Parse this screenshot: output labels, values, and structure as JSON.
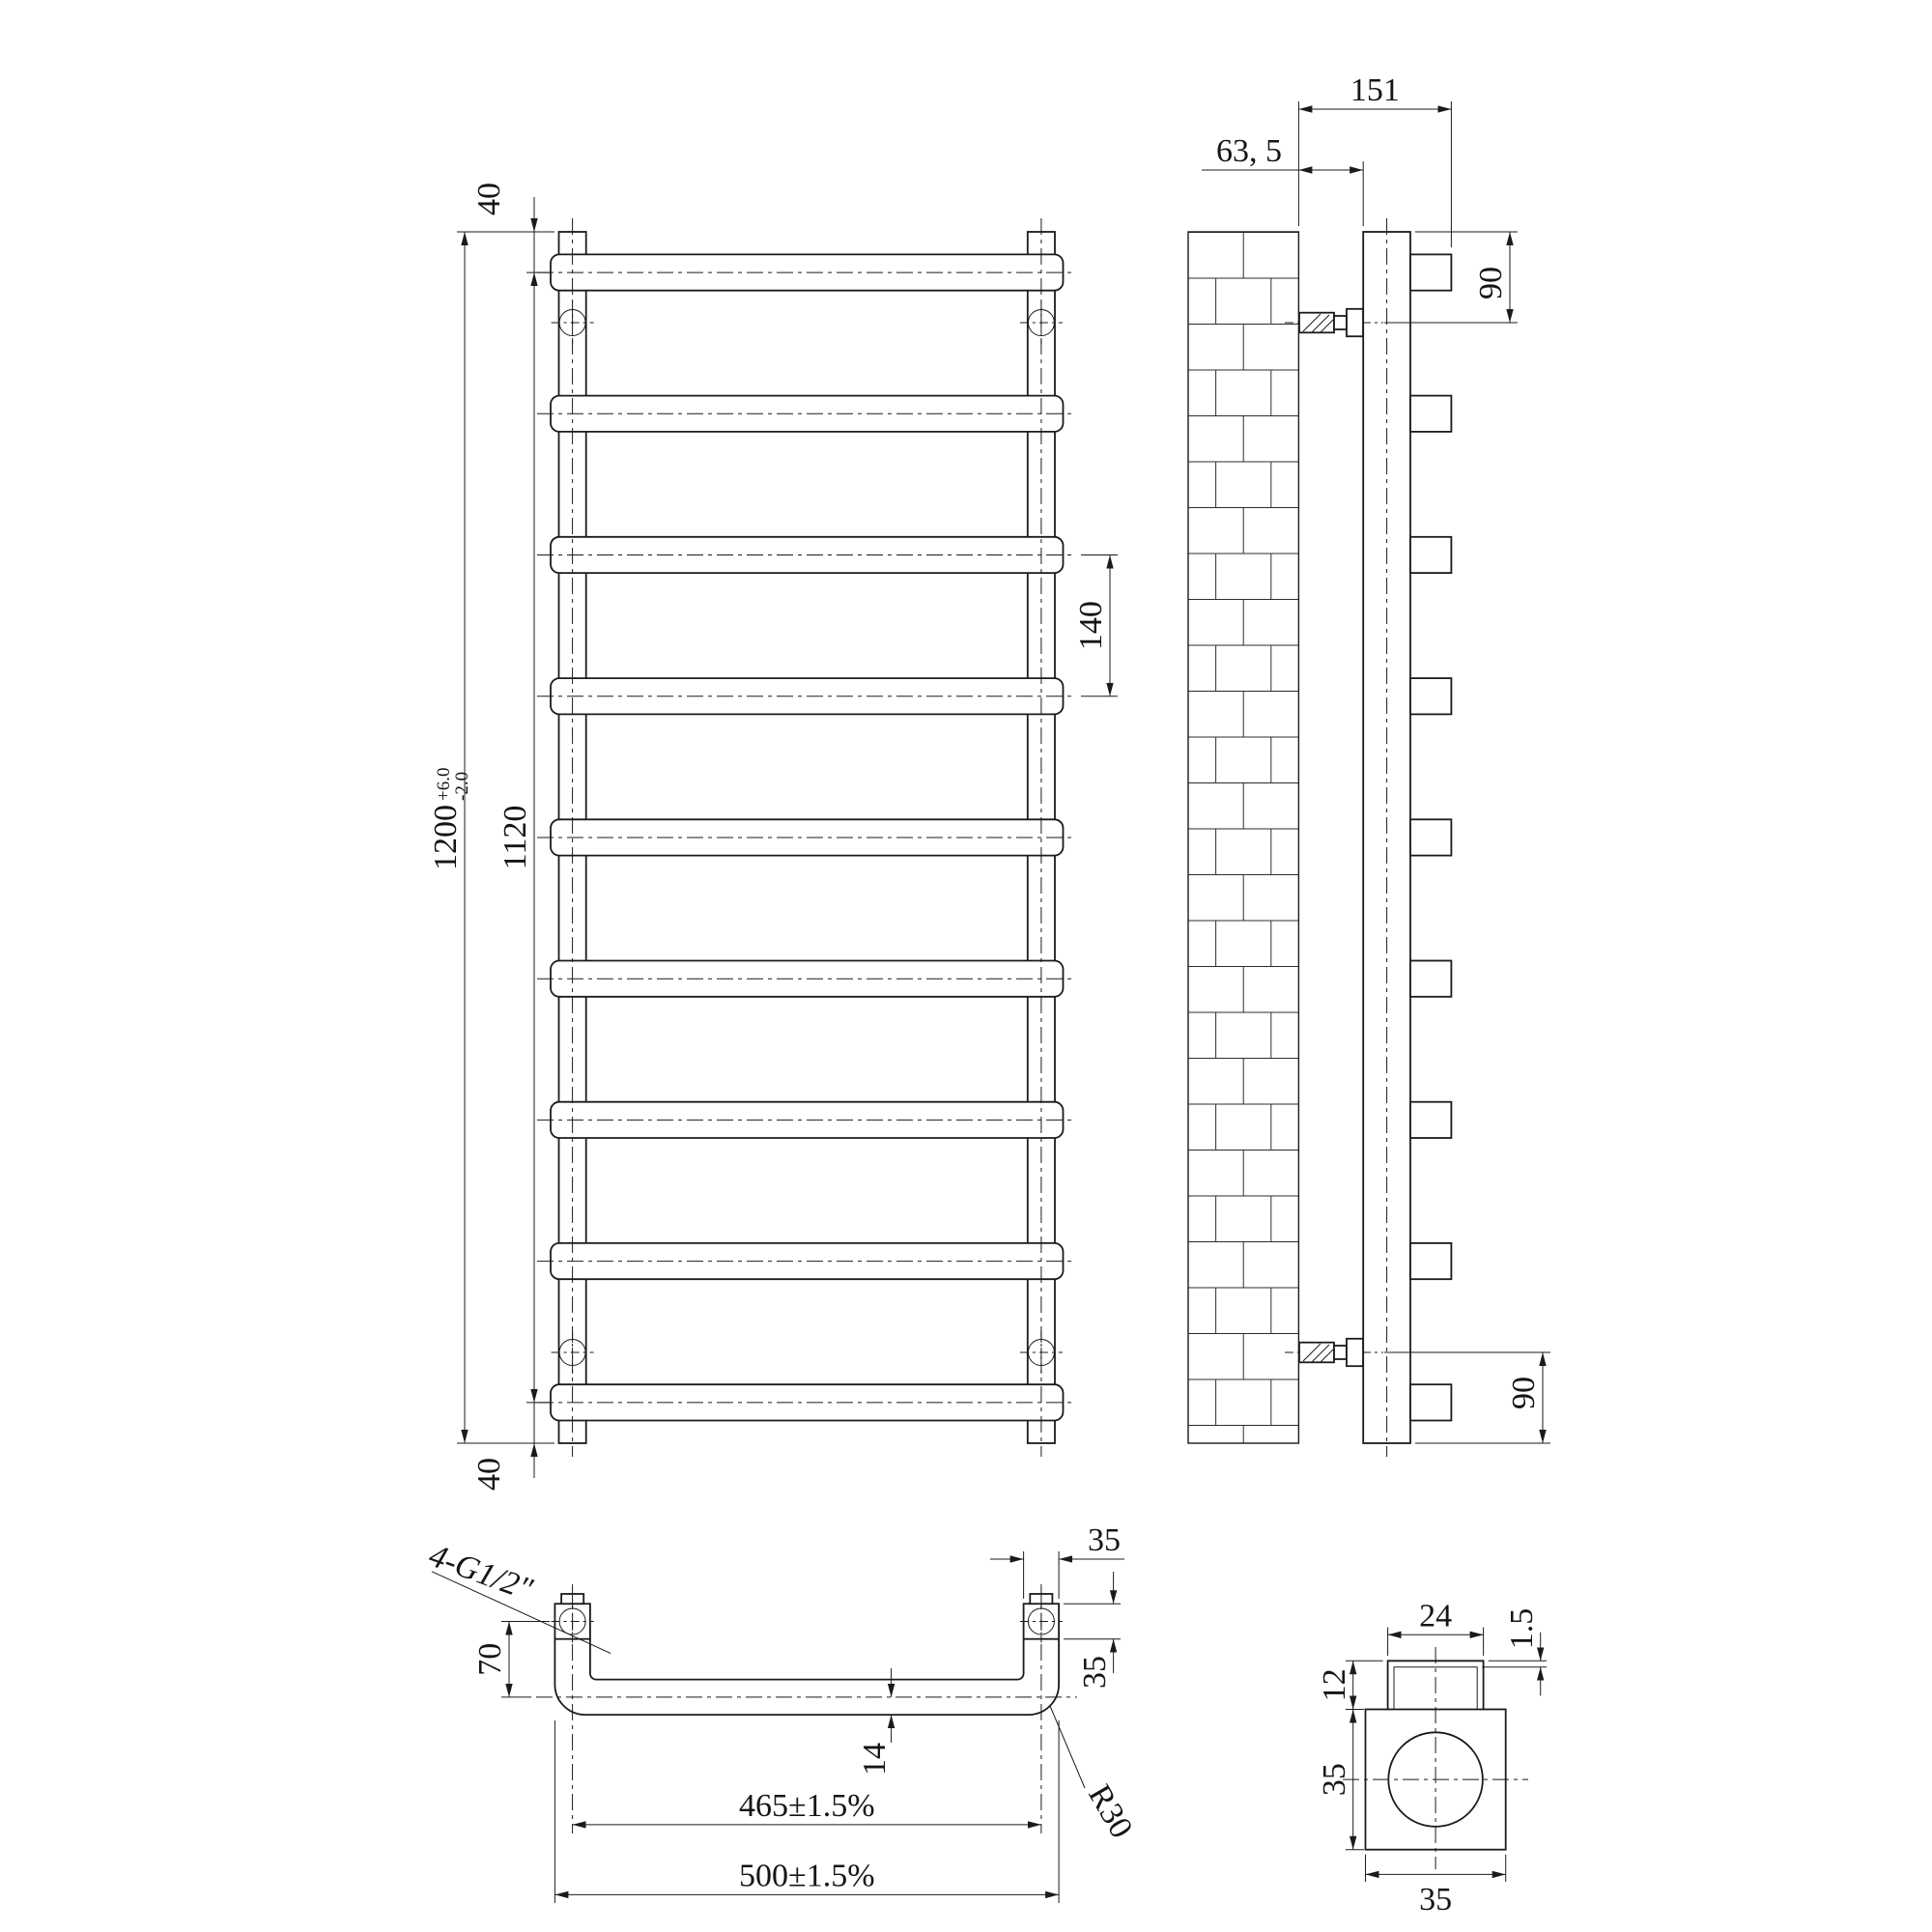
{
  "drawing": {
    "front": {
      "top_offset": "40",
      "overall_height": "1200",
      "overall_height_tol_plus": "+6.0",
      "overall_height_tol_minus": "-2.0",
      "mount_height": "1120",
      "bar_pitch": "140",
      "bottom_offset": "40"
    },
    "side": {
      "overall_depth": "151",
      "wall_clearance": "63, 5",
      "top_bracket_offset": "90",
      "bottom_bracket_offset": "90"
    },
    "plan": {
      "thread_label": "4-G1/2\"",
      "end_drop": "70",
      "end_block_width": "35",
      "end_block_height": "35",
      "tube_half": "14",
      "bend_radius": "R30",
      "centres_width": "465±1.5%",
      "overall_width": "500±1.5%"
    },
    "section": {
      "socket_width": "24",
      "socket_wall": "1.5",
      "socket_height": "12",
      "tube_height": "35",
      "tube_width": "35"
    }
  }
}
